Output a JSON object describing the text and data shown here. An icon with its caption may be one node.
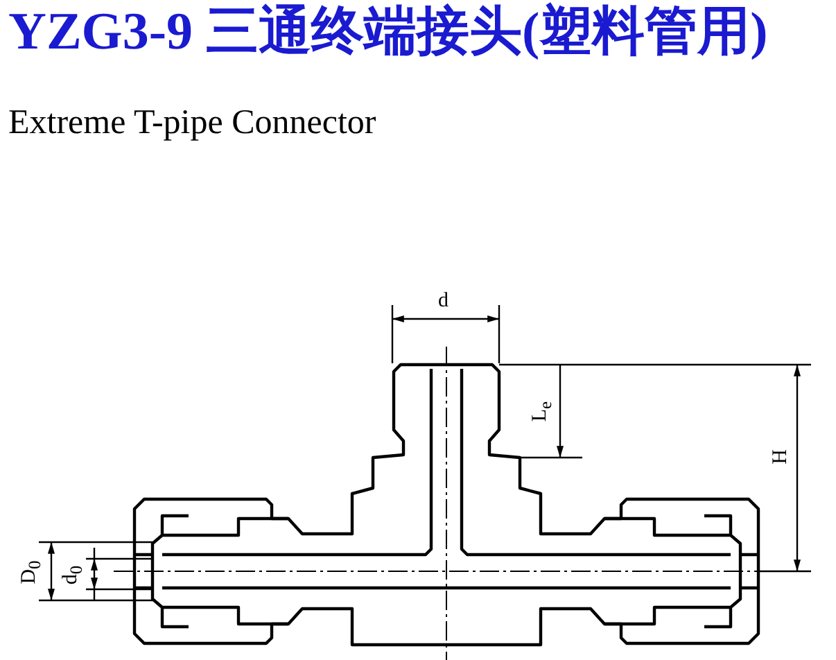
{
  "diagram": {
    "title": "YZG3-9 三通终端接头(塑料管用)",
    "labels": [
      "Extreme T-pipe Connector",
      "d",
      "L$_{e}$",
      "H",
      "D$_{0}$",
      "d$_{0}$"
    ]
  }
}
